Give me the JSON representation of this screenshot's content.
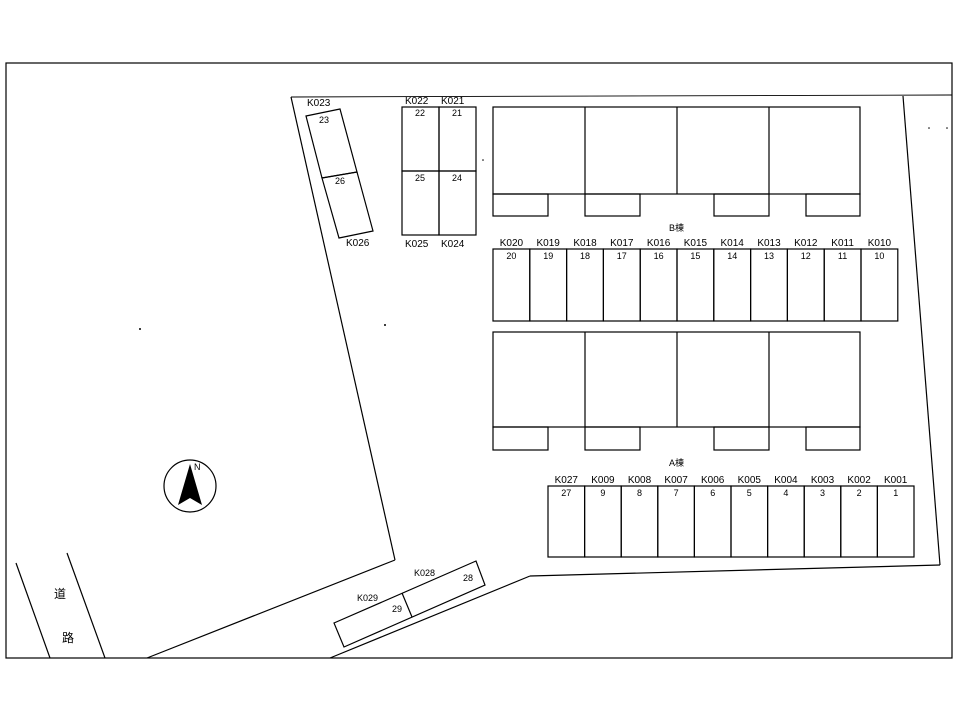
{
  "buildings": {
    "b_label": "B棟",
    "a_label": "A棟"
  },
  "road": [
    "道",
    "路"
  ],
  "north_label": "N",
  "row_b": {
    "codes": [
      "K020",
      "K019",
      "K018",
      "K017",
      "K016",
      "K015",
      "K014",
      "K013",
      "K012",
      "K011",
      "K010"
    ],
    "numbers": [
      "20",
      "19",
      "18",
      "17",
      "16",
      "15",
      "14",
      "13",
      "12",
      "11",
      "10"
    ]
  },
  "row_a": {
    "codes": [
      "K027",
      "K009",
      "K008",
      "K007",
      "K006",
      "K005",
      "K004",
      "K003",
      "K002",
      "K001"
    ],
    "numbers": [
      "27",
      "9",
      "8",
      "7",
      "6",
      "5",
      "4",
      "3",
      "2",
      "1"
    ]
  },
  "left_pair": {
    "top_code": "K023",
    "bottom_code": "K026",
    "numbers": [
      "23",
      "26"
    ]
  },
  "block_4": {
    "top_codes": [
      "K022",
      "K021"
    ],
    "bottom_codes": [
      "K025",
      "K024"
    ],
    "numbers_top": [
      "22",
      "21"
    ],
    "numbers_bottom": [
      "25",
      "24"
    ]
  },
  "bottom_pair": {
    "codes": [
      "K029",
      "K028"
    ],
    "numbers": [
      "29",
      "28"
    ]
  }
}
